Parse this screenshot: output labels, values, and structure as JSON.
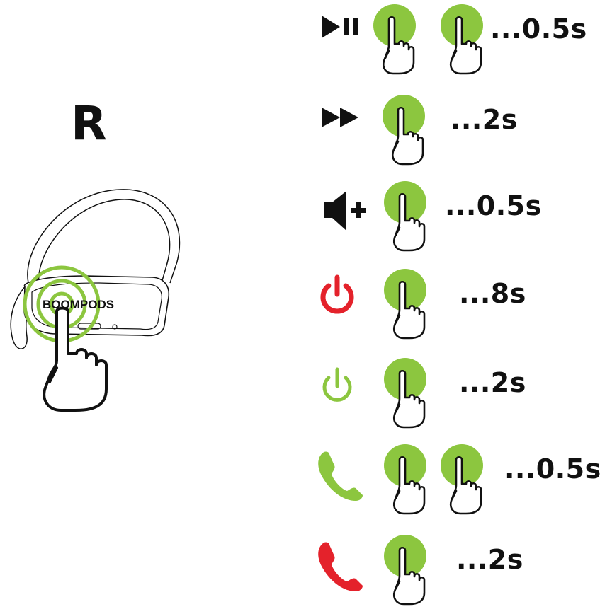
{
  "side_label": "R",
  "brand_text": "BOOMPODS",
  "colors": {
    "green": "#8cc63f",
    "red": "#e4222b",
    "ink": "#111111"
  },
  "rows": [
    {
      "function_icon": "play-pause-icon",
      "taps": 2,
      "duration": "...0.5s"
    },
    {
      "function_icon": "next-track-icon",
      "taps": 1,
      "duration": "...2s"
    },
    {
      "function_icon": "volume-up-icon",
      "taps": 1,
      "duration": "...0.5s"
    },
    {
      "function_icon": "power-off-icon",
      "taps": 1,
      "duration": "...8s"
    },
    {
      "function_icon": "power-on-icon",
      "taps": 1,
      "duration": "...2s"
    },
    {
      "function_icon": "answer-call-icon",
      "taps": 2,
      "duration": "...0.5s"
    },
    {
      "function_icon": "end-call-icon",
      "taps": 1,
      "duration": "...2s"
    }
  ]
}
